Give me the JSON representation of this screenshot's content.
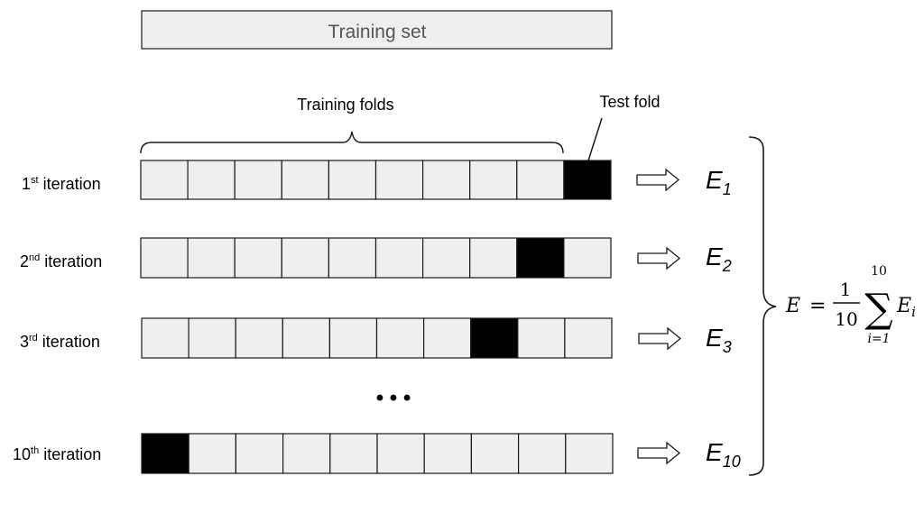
{
  "training_set_label": "Training set",
  "training_folds_label": "Training folds",
  "test_fold_label": "Test fold",
  "ellipsis": "• • •",
  "colors": {
    "cell_fill": "#efefef",
    "test_fill": "#000000",
    "stroke": "#1a1a1a",
    "banner_fill": "#efefef",
    "text": "#111111"
  },
  "folds_per_iteration": 10,
  "rows": [
    {
      "num": "1",
      "sup": "st",
      "label": " iteration",
      "test_index": 9,
      "error_base": "E",
      "error_sub": "1"
    },
    {
      "num": "2",
      "sup": "nd",
      "label": " iteration",
      "test_index": 8,
      "error_base": "E",
      "error_sub": "2"
    },
    {
      "num": "3",
      "sup": "rd",
      "label": " iteration",
      "test_index": 7,
      "error_base": "E",
      "error_sub": "3"
    },
    {
      "num": "10",
      "sup": "th",
      "label": " iteration",
      "test_index": 0,
      "error_base": "E",
      "error_sub": "10"
    }
  ],
  "formula": {
    "lhs": "E",
    "equals": "=",
    "numerator": "1",
    "denominator": "10",
    "sum_symbol": "∑",
    "upper_limit": "10",
    "lower_limit": "i=1",
    "term_base": "E",
    "term_sub": "i"
  }
}
